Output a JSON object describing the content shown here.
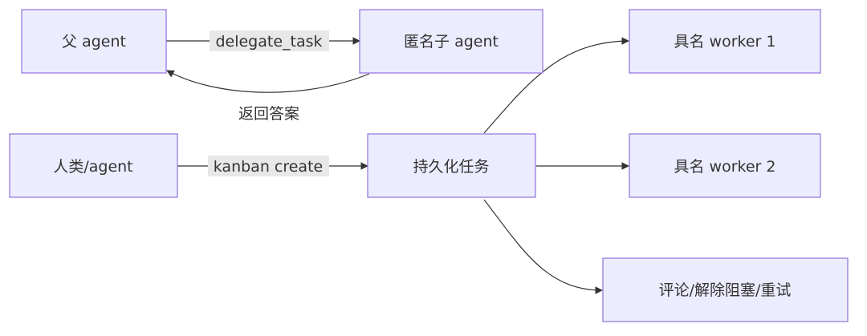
{
  "nodes": {
    "parent_agent": "父 agent",
    "anonymous_child_agent": "匿名子 agent",
    "named_worker_1": "具名 worker 1",
    "human_or_agent": "人类/agent",
    "durable_task": "持久化任务",
    "named_worker_2": "具名 worker 2",
    "comment_unblock_retry": "评论/解除阻塞/重试"
  },
  "edges": {
    "delegate_task": "delegate_task",
    "return_answer": "返回答案",
    "kanban_create": "kanban create"
  },
  "colors": {
    "node_fill": "#ececff",
    "node_border": "#9370db",
    "edge": "#333333",
    "edge_label_bg": "#e8e8e8"
  }
}
